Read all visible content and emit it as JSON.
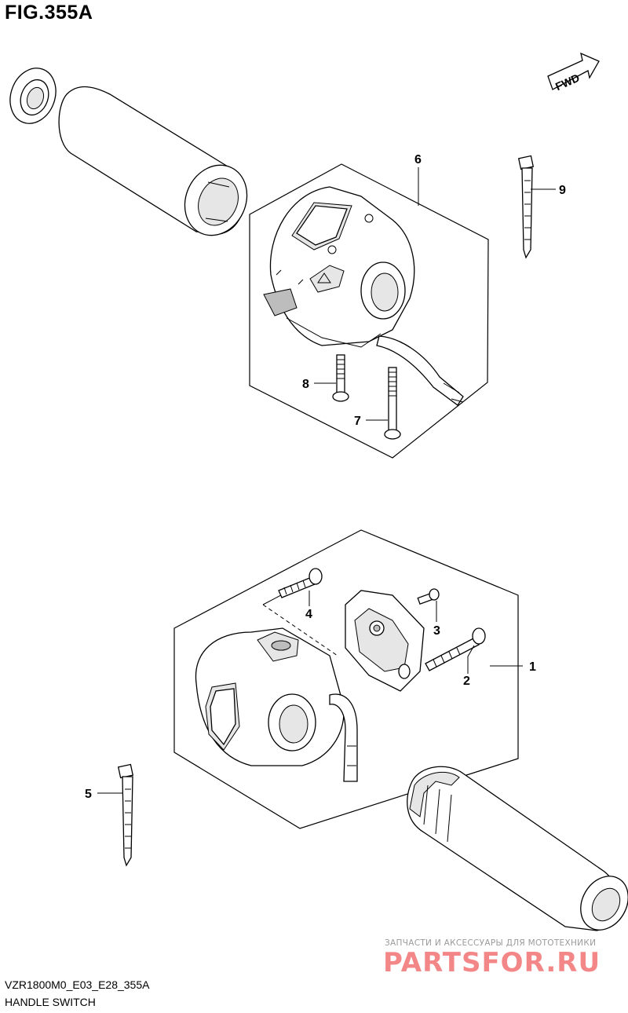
{
  "header": {
    "figure_label": "FIG.355A"
  },
  "fwd_label": "FWD",
  "callouts": [
    {
      "id": "callout-1",
      "label": "1"
    },
    {
      "id": "callout-2",
      "label": "2"
    },
    {
      "id": "callout-3",
      "label": "3"
    },
    {
      "id": "callout-4",
      "label": "4"
    },
    {
      "id": "callout-5",
      "label": "5"
    },
    {
      "id": "callout-6",
      "label": "6"
    },
    {
      "id": "callout-7",
      "label": "7"
    },
    {
      "id": "callout-8",
      "label": "8"
    },
    {
      "id": "callout-9",
      "label": "9"
    }
  ],
  "footer": {
    "drawing_code": "VZR1800M0_E03_E28_355A",
    "title": "HANDLE SWITCH"
  },
  "watermark": {
    "tagline": "ЗАПЧАСТИ И АКСЕССУАРЫ ДЛЯ МОТОТЕХНИКИ",
    "logo": "PARTSFOR.RU"
  }
}
